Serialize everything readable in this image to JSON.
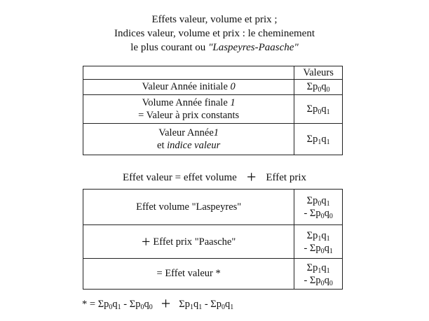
{
  "title": {
    "line1": "Effets valeur, volume et prix ;",
    "line2": "Indices valeur, volume et prix : le cheminement",
    "line3_text": "le plus courant ou ",
    "line3_italic": "\"Laspeyres-Paasche\""
  },
  "table1": {
    "header": "Valeurs",
    "row1": {
      "label_text": "Valeur Année initiale ",
      "label_italic": "0",
      "value": "Σp0q0"
    },
    "row2": {
      "line1_text": "Volume Année finale ",
      "line1_italic": "1",
      "line2": "= Valeur à prix constants",
      "value": "Σp0q1"
    },
    "row3": {
      "line1_text": "Valeur Année",
      "line1_italic": "1",
      "line2_text": "et ",
      "line2_italic": "indice valeur",
      "value": "Σp1q1"
    }
  },
  "middle": {
    "left": "Effet valeur = effet volume",
    "plus": "+",
    "right": "Effet prix"
  },
  "table2": {
    "row1": {
      "label": "Effet volume \"Laspeyres\"",
      "value_top": "Σp0q1",
      "value_bottom": "- Σp0q0"
    },
    "row2": {
      "plus": "+",
      "label": "Effet prix \"Paasche\"",
      "value_top": "Σp1q1",
      "value_bottom": "- Σp0q1"
    },
    "row3": {
      "label": "= Effet valeur *",
      "value_top": "Σp1q1",
      "value_bottom": "- Σp0q0"
    }
  },
  "footnote": {
    "left": "* = Σp0q1 - Σp0q0",
    "plus": "+",
    "right": "Σp1q1 - Σp0q1"
  }
}
